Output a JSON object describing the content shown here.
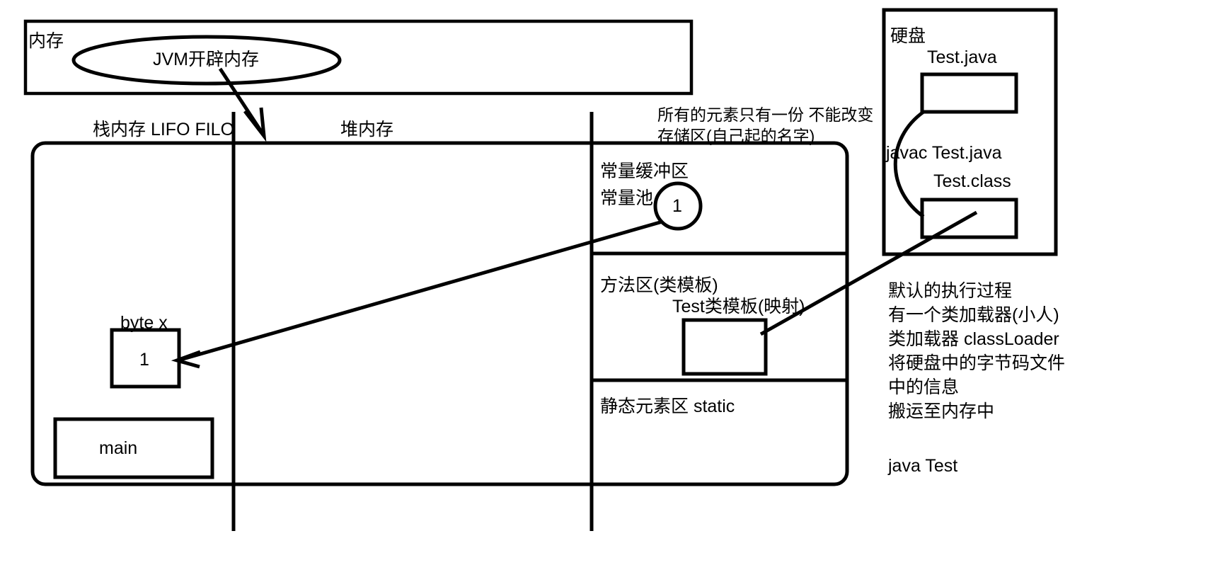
{
  "diagram": {
    "title_semantic": "jvm-memory-model-hand-drawn-diagram",
    "memory_panel": {
      "label": "内存",
      "ellipse_label": "JVM开辟内存"
    },
    "regions": {
      "stack_label": "栈内存 LIFO FILO",
      "heap_label": "堆内存",
      "note_line1": "所有的元素只有一份 不能改变",
      "note_line2": "存储区(自己起的名字)"
    },
    "stack_contents": {
      "variable_label": "byte  x",
      "variable_value": "1",
      "frame_label": "main"
    },
    "storage_area": {
      "constant_buffer_label": "常量缓冲区",
      "constant_pool_label": "常量池",
      "pool_value": "1",
      "method_area_label": "方法区(类模板)",
      "class_template_label": "Test类模板(映射)",
      "static_area_label": "静态元素区  static"
    },
    "disk_panel": {
      "label": "硬盘",
      "source_file": "Test.java",
      "compile_command": "javac  Test.java",
      "class_file": "Test.class"
    },
    "explanation": {
      "lines": [
        "默认的执行过程",
        "有一个类加载器(小人)",
        "类加载器 classLoader",
        "将硬盘中的字节码文件",
        "中的信息",
        "搬运至内存中"
      ],
      "run_command": "java  Test"
    },
    "colors": {
      "stroke": "#000000",
      "background": "#ffffff",
      "text": "#000000"
    }
  }
}
